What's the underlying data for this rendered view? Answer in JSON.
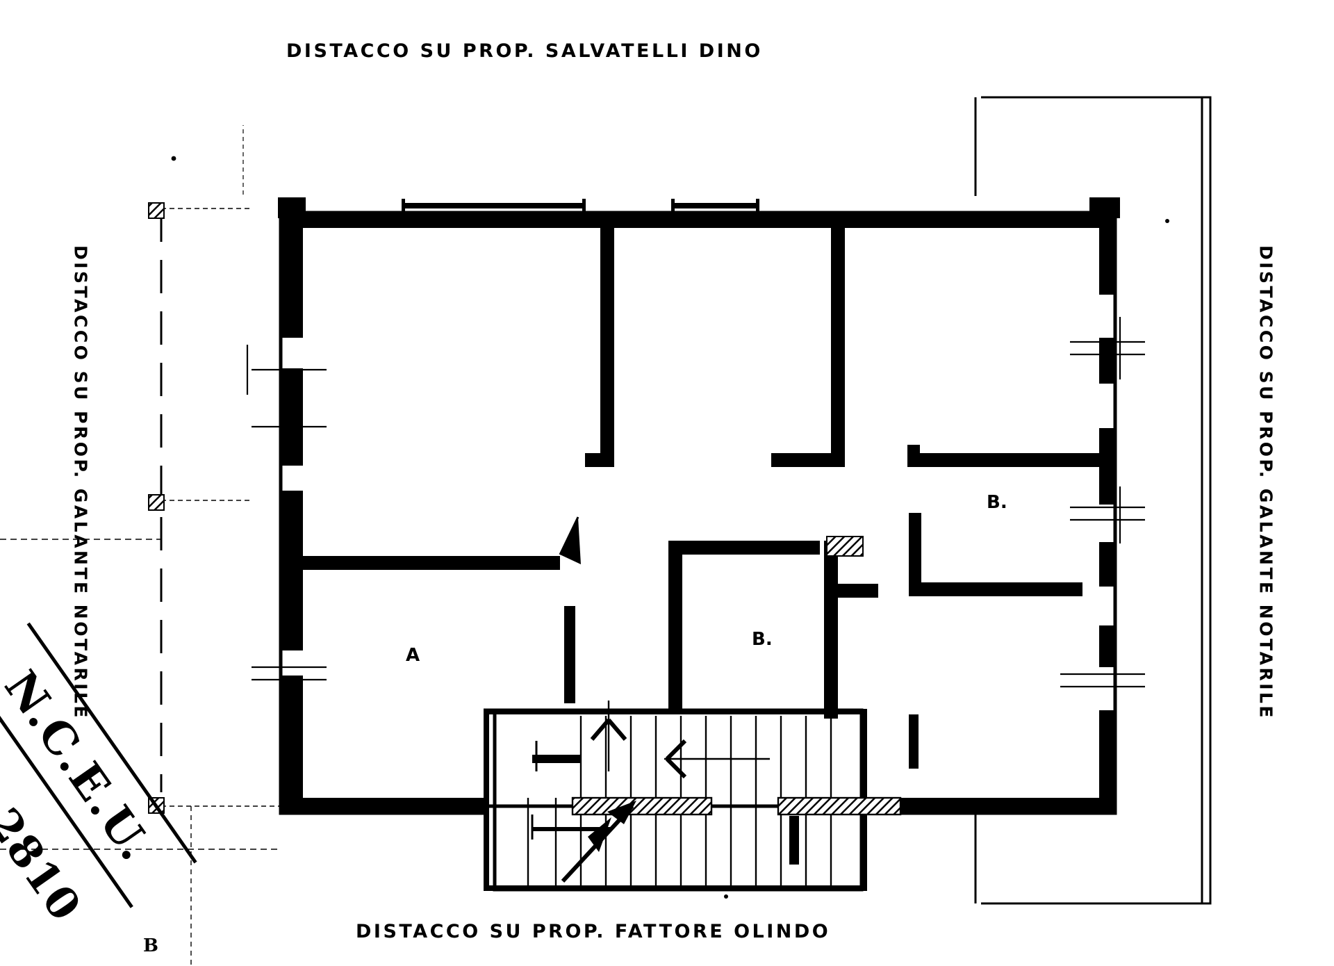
{
  "drawing": {
    "type": "architectural-floor-plan",
    "title_top": "DISTACCO  SU  PROP. SALVATELLI  DINO",
    "title_bottom": "DISTACCO  SU  PROP.  FATTORE  OLINDO",
    "title_left": "DISTACCO  SU  PROP.  GALANTE  NOTARILE",
    "title_right": "DISTACCO  SU  PROP.  GALANTE  NOTARILE",
    "room_labels": {
      "a": "A",
      "b_center": "B.",
      "b_right": "B."
    },
    "stamp": {
      "text": "N.C.E.U.",
      "number": "2810",
      "corner_mark": "B"
    },
    "colors": {
      "ink": "#000000",
      "paper": "#ffffff",
      "light_line": "#3a3a3a"
    }
  }
}
